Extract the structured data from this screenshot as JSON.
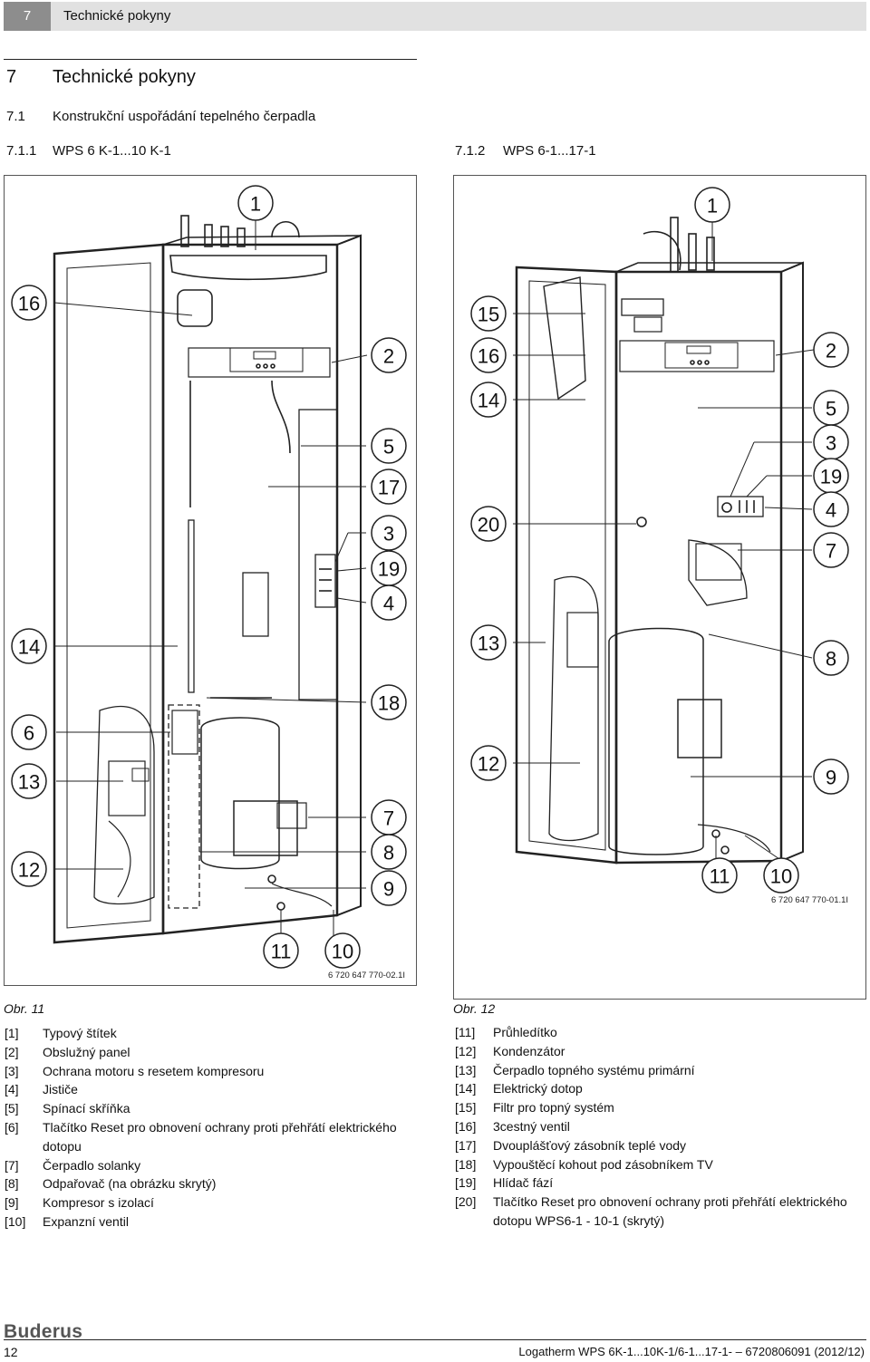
{
  "header": {
    "chapter_number": "7",
    "chapter_title": "Technické pokyny"
  },
  "headings": {
    "h1_number": "7",
    "h1_text": "Technické pokyny",
    "h2_number": "7.1",
    "h2_text": "Konstrukční uspořádání tepelného čerpadla",
    "left_number": "7.1.1",
    "left_text": "WPS 6 K-1...10 K-1",
    "right_number": "7.1.2",
    "right_text": "WPS 6-1...17-1"
  },
  "figure_left": {
    "code": "6 720 647 770-02.1I",
    "caption": "Obr. 11",
    "callouts": {
      "c1": "1",
      "c16": "16",
      "c2": "2",
      "c5": "5",
      "c17": "17",
      "c3": "3",
      "c19": "19",
      "c4": "4",
      "c14": "14",
      "c18": "18",
      "c6": "6",
      "c13": "13",
      "c7": "7",
      "c8": "8",
      "c12": "12",
      "c9": "9",
      "c11": "11",
      "c10": "10"
    }
  },
  "figure_right": {
    "code": "6 720 647 770-01.1I",
    "caption": "Obr. 12",
    "callouts": {
      "c1": "1",
      "c15": "15",
      "c16": "16",
      "c2": "2",
      "c14": "14",
      "c5": "5",
      "c3": "3",
      "c19": "19",
      "c20": "20",
      "c4": "4",
      "c7": "7",
      "c13": "13",
      "c8": "8",
      "c12": "12",
      "c9": "9",
      "c11": "11",
      "c10": "10"
    }
  },
  "legend_left": [
    {
      "key": "[1]",
      "text": "Typový štítek"
    },
    {
      "key": "[2]",
      "text": "Obslužný panel"
    },
    {
      "key": "[3]",
      "text": "Ochrana motoru s resetem kompresoru"
    },
    {
      "key": "[4]",
      "text": "Jističe"
    },
    {
      "key": "[5]",
      "text": "Spínací skříňka"
    },
    {
      "key": "[6]",
      "text": "Tlačítko Reset pro obnovení ochrany proti přehřátí elektrického dotopu"
    },
    {
      "key": "[7]",
      "text": "Čerpadlo solanky"
    },
    {
      "key": "[8]",
      "text": "Odpařovač (na obrázku skrytý)"
    },
    {
      "key": "[9]",
      "text": "Kompresor s izolací"
    },
    {
      "key": "[10]",
      "text": "Expanzní ventil"
    }
  ],
  "legend_right": [
    {
      "key": "[11]",
      "text": "Průhledítko"
    },
    {
      "key": "[12]",
      "text": "Kondenzátor"
    },
    {
      "key": "[13]",
      "text": "Čerpadlo topného systému primární"
    },
    {
      "key": "[14]",
      "text": "Elektrický dotop"
    },
    {
      "key": "[15]",
      "text": "Filtr pro topný systém"
    },
    {
      "key": "[16]",
      "text": "3cestný ventil"
    },
    {
      "key": "[17]",
      "text": "Dvouplášťový zásobník teplé vody"
    },
    {
      "key": "[18]",
      "text": "Vypouštěcí kohout pod zásobníkem TV"
    },
    {
      "key": "[19]",
      "text": "Hlídač fází"
    },
    {
      "key": "[20]",
      "text": "Tlačítko Reset pro obnovení ochrany proti přehřátí elektrického dotopu WPS6-1 - 10-1 (skrytý)"
    }
  ],
  "footer": {
    "brand": "Buderus",
    "page_number": "12",
    "doc_text": "Logatherm WPS 6K-1...10K-1/6-1...17-1- – 6720806091 (2012/12)"
  }
}
